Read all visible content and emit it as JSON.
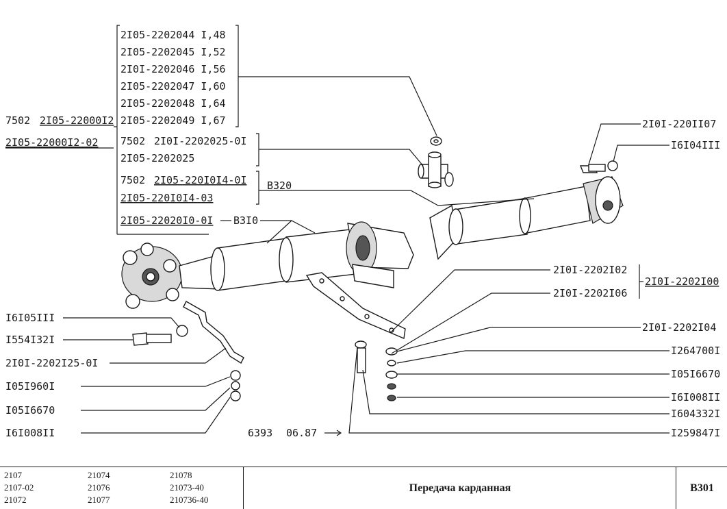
{
  "labels": {
    "l2105_2202044": "2I05-2202044 I,48",
    "l2105_2202045": "2I05-2202045 I,52",
    "l2101_2202046": "2I0I-2202046 I,56",
    "l2105_2202047": "2I05-2202047 I,60",
    "l2105_2202048": "2I05-2202048 I,64",
    "l2105_2202049": "2I05-2202049 I,67",
    "assy_prefix": "7502",
    "assy_main": "2I05-22000I2",
    "assy_alt": "2I05-22000I2-02",
    "cross_prefix": "7502",
    "cross_1": "2I0I-2202025-0I",
    "cross_2": "2I05-2202025",
    "rear_prefix": "7502",
    "rear_1": "2I05-220I0I4-0I",
    "rear_2": "2I05-220I0I4-03",
    "rear_ref": "В320",
    "front_1": "2I05-22020I0-0I",
    "front_ref": "В3I0",
    "r_2101_220107": "2I0I-220II07",
    "r_1610411": "I6I04III",
    "r_2101_2202102": "2I0I-2202I02",
    "r_2101_2202106": "2I0I-2202I06",
    "r_2101_2202100": "2I0I-2202I00",
    "r_2101_2202104": "2I0I-2202I04",
    "r_12647001": "I264700I",
    "r_10516670": "I05I6670",
    "r_16100811": "I6I008II",
    "r_16043321": "I604332I",
    "r_12598471": "I259847I",
    "l_16105111": "I6I05III",
    "l_15541321": "I554I32I",
    "l_2101_2202125": "2I0I-2202I25-0I",
    "l_10519601": "I05I960I",
    "l_10516670": "I05I6670",
    "l_16100811": "I6I008II",
    "stamp_num": "6393",
    "stamp_date": "06.87"
  },
  "footer": {
    "models_col1": [
      "2107",
      "2107-02",
      "21072"
    ],
    "models_col2": [
      "21074",
      "21076",
      "21077"
    ],
    "models_col3": [
      "21078",
      "21073-40",
      "210736-40"
    ],
    "title": "Передача карданная",
    "code": "В301"
  }
}
